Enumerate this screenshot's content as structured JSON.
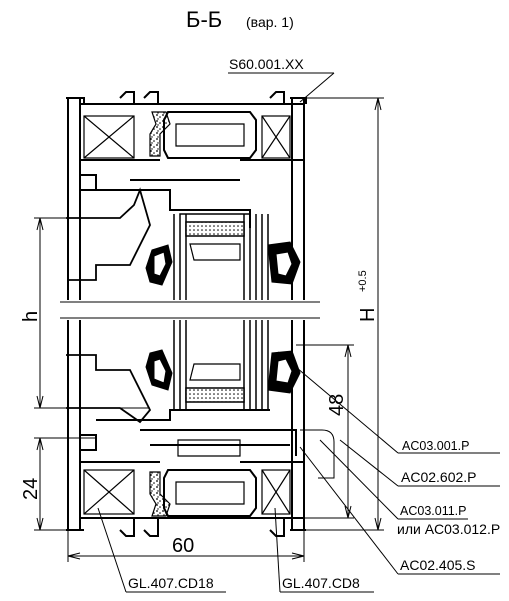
{
  "section_title": "Б-Б",
  "section_variant": "(вар. 1)",
  "callouts": {
    "top": "S60.001.XX",
    "ac03_001": "AC03.001.P",
    "ac02_602": "AC02.602.P",
    "ac03_011_line1": "AC03.011.P",
    "ac03_011_line2": "или AC03.012.P",
    "ac02_405": "AC02.405.S",
    "gl_cd18": "GL.407.CD18",
    "gl_cd8": "GL.407.CD8"
  },
  "dimensions": {
    "h": "h",
    "H": "H",
    "H_tolerance": "+0.5",
    "d48": "48",
    "d24": "24",
    "d60": "60"
  }
}
